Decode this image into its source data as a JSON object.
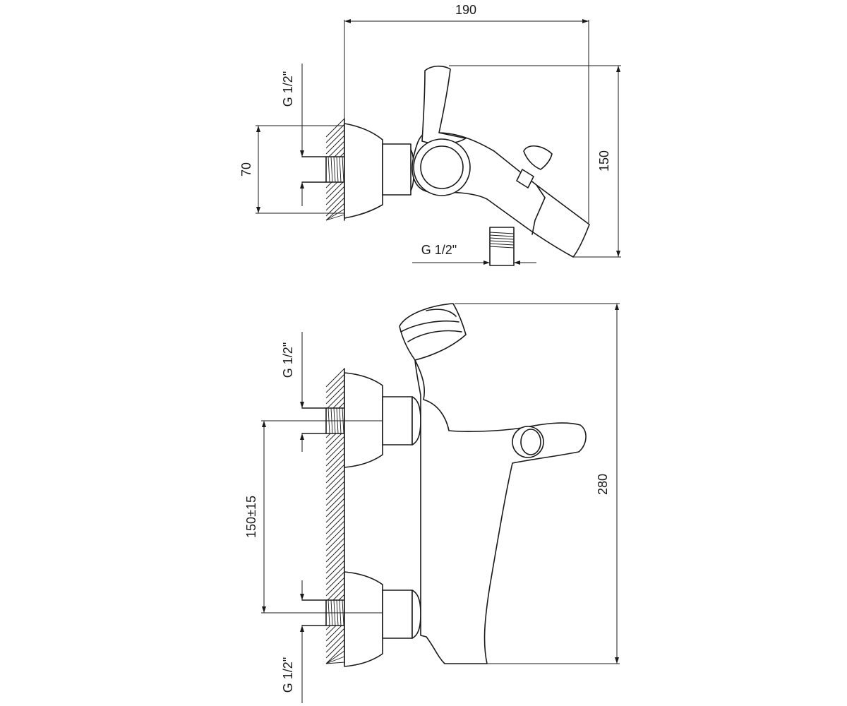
{
  "top_view": {
    "width_label": "190",
    "height_label": "150",
    "wall_depth_label": "70",
    "inlet_thread_label": "G 1/2\"",
    "outlet_thread_label": "G 1/2\""
  },
  "front_view": {
    "height_label": "280",
    "inlet_spacing_label": "150±15",
    "upper_inlet_thread_label": "G 1/2\"",
    "lower_inlet_thread_label": "G 1/2\""
  }
}
